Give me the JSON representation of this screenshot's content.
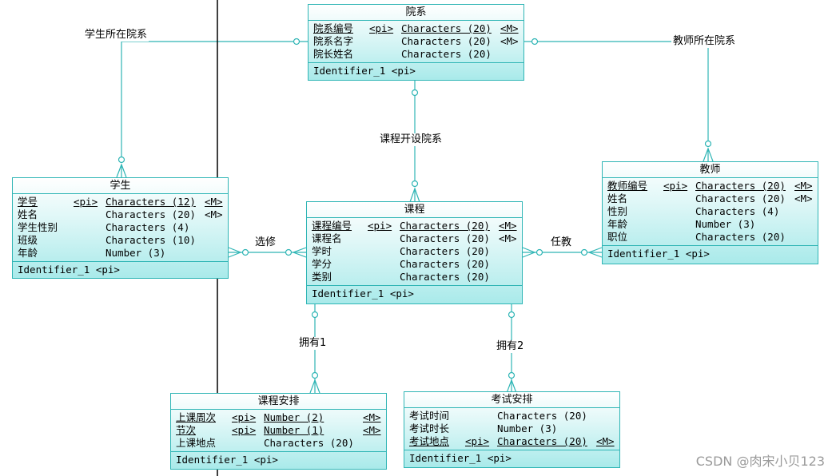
{
  "colors": {
    "line": "#2fb5b5",
    "fill_top": "#ffffff",
    "fill_bottom": "#a9eaea",
    "divider": "#000000"
  },
  "entities": {
    "dept": {
      "title": "院系",
      "attrs": [
        {
          "name": "院系编号",
          "key": "<pi>",
          "type": "Characters (20)",
          "flag": "<M>"
        },
        {
          "name": "院系名字",
          "key": "",
          "type": "Characters (20)",
          "flag": "<M>"
        },
        {
          "name": "院长姓名",
          "key": "",
          "type": "Characters (20)",
          "flag": ""
        }
      ],
      "identifier": "Identifier_1  <pi>"
    },
    "student": {
      "title": "学生",
      "attrs": [
        {
          "name": "学号",
          "key": "<pi>",
          "type": "Characters (12)",
          "flag": "<M>"
        },
        {
          "name": "姓名",
          "key": "",
          "type": "Characters (20)",
          "flag": "<M>"
        },
        {
          "name": "学生性别",
          "key": "",
          "type": "Characters (4)",
          "flag": ""
        },
        {
          "name": "班级",
          "key": "",
          "type": "Characters (10)",
          "flag": ""
        },
        {
          "name": "年龄",
          "key": "",
          "type": "Number (3)",
          "flag": ""
        }
      ],
      "identifier": "Identifier_1  <pi>"
    },
    "course": {
      "title": "课程",
      "attrs": [
        {
          "name": "课程编号",
          "key": "<pi>",
          "type": "Characters (20)",
          "flag": "<M>"
        },
        {
          "name": "课程名",
          "key": "",
          "type": "Characters (20)",
          "flag": "<M>"
        },
        {
          "name": "学时",
          "key": "",
          "type": "Characters (20)",
          "flag": ""
        },
        {
          "name": "学分",
          "key": "",
          "type": "Characters (20)",
          "flag": ""
        },
        {
          "name": "类别",
          "key": "",
          "type": "Characters (20)",
          "flag": ""
        }
      ],
      "identifier": "Identifier_1  <pi>"
    },
    "teacher": {
      "title": "教师",
      "attrs": [
        {
          "name": "教师编号",
          "key": "<pi>",
          "type": "Characters (20)",
          "flag": "<M>"
        },
        {
          "name": "姓名",
          "key": "",
          "type": "Characters (20)",
          "flag": "<M>"
        },
        {
          "name": "性别",
          "key": "",
          "type": "Characters (4)",
          "flag": ""
        },
        {
          "name": "年龄",
          "key": "",
          "type": "Number (3)",
          "flag": ""
        },
        {
          "name": "职位",
          "key": "",
          "type": "Characters (20)",
          "flag": ""
        }
      ],
      "identifier": "Identifier_1  <pi>"
    },
    "schedule": {
      "title": "课程安排",
      "attrs": [
        {
          "name": "上课周次",
          "key": "<pi>",
          "type": "Number (2)",
          "flag": "<M>"
        },
        {
          "name": "节次",
          "key": "<pi>",
          "type": "Number (1)",
          "flag": "<M>"
        },
        {
          "name": "上课地点",
          "key": "",
          "type": "Characters (20)",
          "flag": ""
        }
      ],
      "identifier": "Identifier_1  <pi>"
    },
    "exam": {
      "title": "考试安排",
      "attrs": [
        {
          "name": "考试时间",
          "key": "",
          "type": "Characters (20)",
          "flag": ""
        },
        {
          "name": "考试时长",
          "key": "",
          "type": "Number (3)",
          "flag": ""
        },
        {
          "name": "考试地点",
          "key": "<pi>",
          "type": "Characters (20)",
          "flag": "<M>"
        }
      ],
      "identifier": "Identifier_1  <pi>"
    }
  },
  "relationships": {
    "student_dept": "学生所在院系",
    "teacher_dept": "教师所在院系",
    "course_dept": "课程开设院系",
    "enroll": "选修",
    "teach": "任教",
    "has1": "拥有1",
    "has2": "拥有2"
  },
  "watermark": "CSDN @肉宋小贝123"
}
